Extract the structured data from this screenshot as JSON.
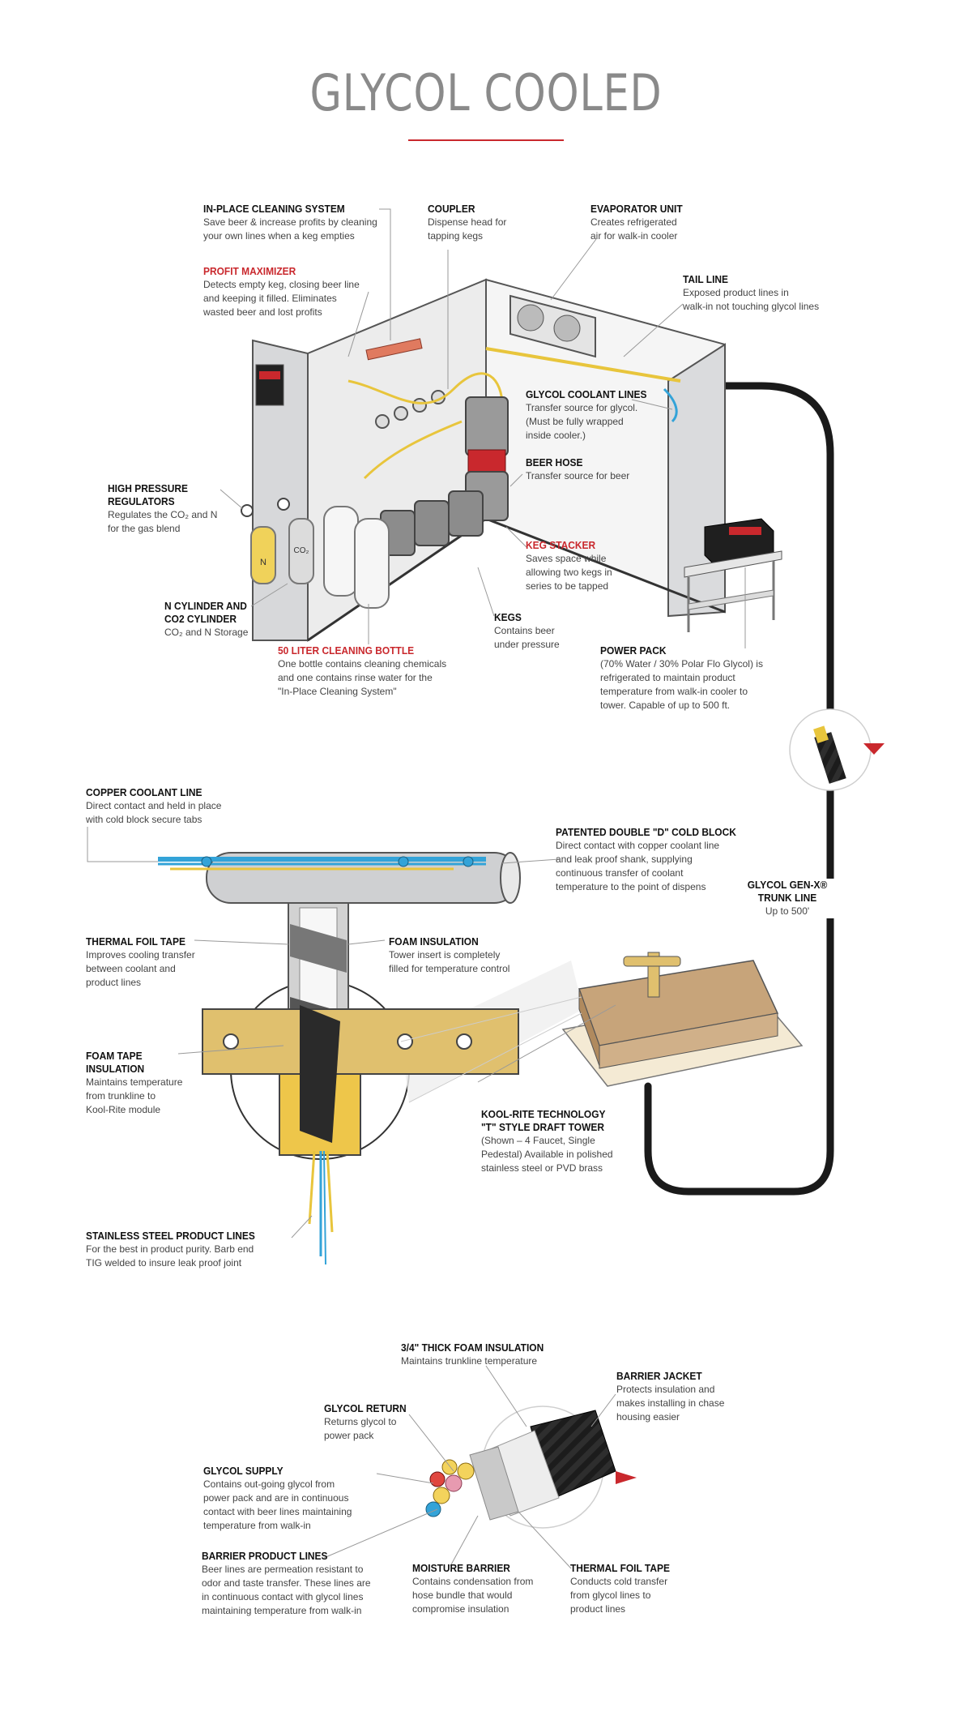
{
  "title": "GLYCOL COOLED",
  "colors": {
    "accent_red": "#c9282d",
    "coolant_blue": "#33a3d8",
    "beer_yellow": "#e8c53c",
    "trunk_black": "#1a1a1a",
    "foam_tan": "#e0c06e"
  },
  "labels": {
    "in_place_cleaning": {
      "title": "IN-PLACE CLEANING SYSTEM",
      "desc": "Save beer & increase profits by cleaning\nyour own lines when a keg empties"
    },
    "coupler": {
      "title": "COUPLER",
      "desc": "Dispense head for\ntapping kegs"
    },
    "evaporator": {
      "title": "EVAPORATOR UNIT",
      "desc": "Creates refrigerated\nair for walk-in cooler"
    },
    "profit_maximizer": {
      "title": "PROFIT MAXIMIZER",
      "desc": "Detects empty keg, closing beer line\nand keeping it filled. Eliminates\nwasted beer and lost profits"
    },
    "tail_line": {
      "title": "TAIL LINE",
      "desc": "Exposed product lines in\nwalk-in not touching glycol lines"
    },
    "glycol_coolant_lines": {
      "title": "GLYCOL COOLANT LINES",
      "desc": "Transfer source for glycol.\n(Must be fully wrapped\ninside cooler.)"
    },
    "beer_hose": {
      "title": "BEER HOSE",
      "desc": "Transfer source for beer"
    },
    "high_pressure": {
      "title": "HIGH PRESSURE\nREGULATORS",
      "desc": "Regulates the CO₂ and N\nfor the gas blend"
    },
    "keg_stacker": {
      "title": "KEG STACKER",
      "desc": "Saves space while\nallowing two kegs in\nseries to be tapped"
    },
    "n_co2_cylinder": {
      "title": "N CYLINDER AND\nCO2 CYLINDER",
      "desc": "CO₂ and N Storage"
    },
    "kegs": {
      "title": "KEGS",
      "desc": "Contains beer\nunder pressure"
    },
    "cleaning_bottle": {
      "title": "50 LITER CLEANING BOTTLE",
      "desc": "One bottle contains cleaning chemicals\nand one contains rinse water for the\n\"In-Place Cleaning System\""
    },
    "power_pack": {
      "title": "POWER PACK",
      "desc": "(70% Water / 30% Polar Flo Glycol) is\nrefrigerated to maintain product\ntemperature from walk-in cooler to\ntower. Capable of up to 500 ft."
    },
    "copper_coolant": {
      "title": "COPPER COOLANT LINE",
      "desc": "Direct contact and held in place\nwith cold block secure tabs"
    },
    "cold_block": {
      "title": "PATENTED DOUBLE \"D\" COLD BLOCK",
      "desc": "Direct contact with copper coolant line\nand leak proof shank, supplying\ncontinuous transfer of coolant\ntemperature to the point of dispense"
    },
    "thermal_foil_tape": {
      "title": "THERMAL FOIL TAPE",
      "desc": "Improves cooling transfer\nbetween coolant and\nproduct lines"
    },
    "foam_insulation": {
      "title": "FOAM INSULATION",
      "desc": "Tower insert is completely\nfilled for temperature control"
    },
    "glycol_genx": {
      "title": "GLYCOL GEN-X®\nTRUNK LINE",
      "desc": "Up to 500'"
    },
    "foam_tape": {
      "title": "FOAM TAPE\nINSULATION",
      "desc": "Maintains temperature\nfrom trunkline to\nKool-Rite module"
    },
    "kool_rite": {
      "title": "KOOL-RITE TECHNOLOGY\n\"T\" STYLE DRAFT TOWER",
      "desc": "(Shown – 4 Faucet, Single\nPedestal) Available in polished\nstainless steel or PVD brass"
    },
    "stainless_lines": {
      "title": "STAINLESS STEEL PRODUCT LINES",
      "desc": "For the best in product purity. Barb end\nTIG welded to insure leak proof joint"
    },
    "thick_foam": {
      "title": "3/4\" THICK FOAM INSULATION",
      "desc": "Maintains trunkline temperature"
    },
    "barrier_jacket": {
      "title": "BARRIER JACKET",
      "desc": "Protects insulation and\nmakes installing in chase\nhousing easier"
    },
    "glycol_return": {
      "title": "GLYCOL RETURN",
      "desc": "Returns glycol to\npower pack"
    },
    "glycol_supply": {
      "title": "GLYCOL SUPPLY",
      "desc": "Contains out-going glycol from\npower pack and are in continuous\ncontact with beer lines maintaining\ntemperature from walk-in"
    },
    "barrier_product": {
      "title": "BARRIER PRODUCT LINES",
      "desc": "Beer lines are permeation resistant to\nodor and taste transfer. These lines are\nin continuous contact with glycol lines\nmaintaining temperature from walk-in"
    },
    "moisture_barrier": {
      "title": "MOISTURE BARRIER",
      "desc": "Contains condensation from\nhose bundle that would\ncompromise insulation"
    },
    "thermal_foil_tape2": {
      "title": "THERMAL FOIL TAPE",
      "desc": "Conducts cold transfer\nfrom glycol lines to\nproduct lines"
    }
  },
  "cylinder_labels": {
    "n": "N",
    "co2": "CO₂"
  }
}
